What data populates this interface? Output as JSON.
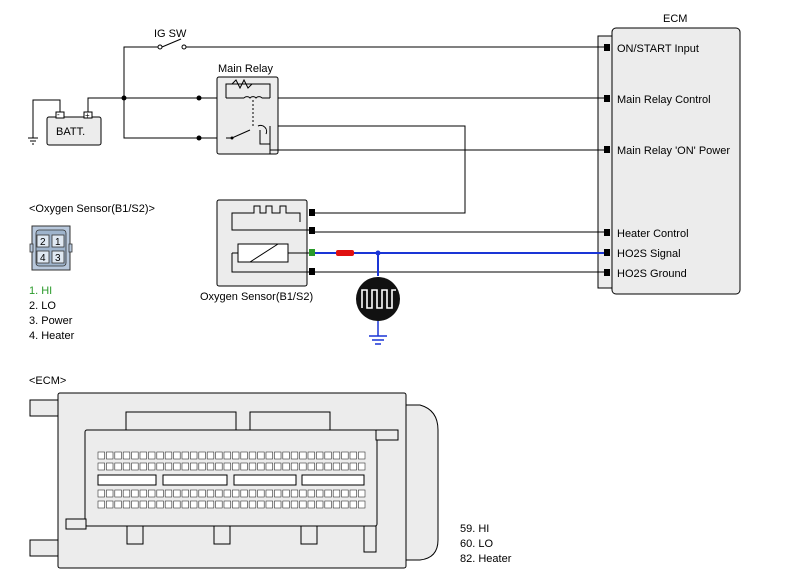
{
  "ecm_title": "ECM",
  "ig_switch": "IG SW",
  "main_relay": "Main Relay",
  "battery": "BATT.",
  "ecm_terminals": {
    "on_start": "ON/START Input",
    "relay_control": "Main Relay Control",
    "relay_power": "Main Relay 'ON' Power",
    "heater_control": "Heater Control",
    "ho2s_signal": "HO2S  Signal",
    "ho2s_ground": "HO2S  Ground"
  },
  "sensor_connector_title": "<Oxygen Sensor(B1/S2)>",
  "sensor_label": "Oxygen Sensor(B1/S2)",
  "connector_pin_numbers": [
    "2",
    "1",
    "4",
    "3"
  ],
  "sensor_pins": [
    "1. HI",
    "2. LO",
    "3. Power",
    "4. Heater"
  ],
  "ecm_connector_title": "<ECM>",
  "ecm_pins": [
    "59. HI",
    "60. LO",
    "82. Heater"
  ],
  "colors": {
    "signal_wire": "#1a35d6",
    "fuse": "#e01010",
    "ground_symbol": "#1a35d6",
    "hi_pin_text": "#2a9a2a",
    "signal_pin": "#2a9a2a"
  }
}
